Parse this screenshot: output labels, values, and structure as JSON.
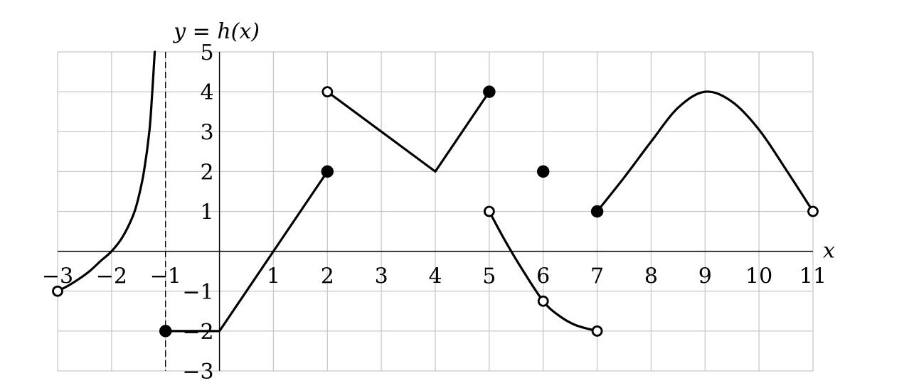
{
  "chart_data": {
    "type": "line",
    "title": "y = h(x)",
    "xlabel": "x",
    "ylabel": "",
    "xlim": [
      -3,
      11
    ],
    "ylim": [
      -3,
      5
    ],
    "grid": true,
    "x_ticks": [
      "−3",
      "−2",
      "−1",
      "1",
      "2",
      "3",
      "4",
      "5",
      "6",
      "7",
      "8",
      "9",
      "10",
      "11"
    ],
    "x_tick_values": [
      -3,
      -2,
      -1,
      1,
      2,
      3,
      4,
      5,
      6,
      7,
      8,
      9,
      10,
      11
    ],
    "y_ticks": [
      "5",
      "4",
      "3",
      "2",
      "1",
      "−1",
      "−2",
      "−3"
    ],
    "y_tick_values": [
      5,
      4,
      3,
      2,
      1,
      -1,
      -2,
      -3
    ],
    "vertical_asymptote": -1,
    "series": [
      {
        "kind": "curve",
        "points": [
          [
            -3,
            -1
          ],
          [
            -2.8,
            -0.86
          ],
          [
            -2.6,
            -0.69
          ],
          [
            -2.4,
            -0.49
          ],
          [
            -2.2,
            -0.24
          ],
          [
            -2,
            0
          ],
          [
            -1.8,
            0.35
          ],
          [
            -1.6,
            0.9
          ],
          [
            -1.5,
            1.35
          ],
          [
            -1.4,
            2.0
          ],
          [
            -1.3,
            3.0
          ],
          [
            -1.25,
            3.9
          ],
          [
            -1.2,
            5
          ]
        ]
      },
      {
        "kind": "line",
        "points": [
          [
            -1,
            -2
          ],
          [
            0,
            -2
          ],
          [
            2,
            2
          ]
        ]
      },
      {
        "kind": "line",
        "points": [
          [
            2,
            4
          ],
          [
            4,
            2
          ],
          [
            5,
            4
          ]
        ]
      },
      {
        "kind": "curve",
        "points": [
          [
            5,
            1
          ],
          [
            5.3,
            0.25
          ],
          [
            5.6,
            -0.43
          ],
          [
            6,
            -1.25
          ],
          [
            6.3,
            -1.62
          ],
          [
            6.6,
            -1.85
          ],
          [
            7,
            -2
          ]
        ]
      },
      {
        "kind": "curve",
        "points": [
          [
            7,
            1
          ],
          [
            7.5,
            1.85
          ],
          [
            8,
            2.75
          ],
          [
            8.5,
            3.6
          ],
          [
            9,
            4
          ],
          [
            9.5,
            3.75
          ],
          [
            10,
            3.05
          ],
          [
            10.5,
            2.05
          ],
          [
            11,
            1
          ]
        ]
      }
    ],
    "points_closed": [
      [
        -1,
        -2
      ],
      [
        2,
        2
      ],
      [
        5,
        4
      ],
      [
        6,
        2
      ],
      [
        7,
        1
      ]
    ],
    "points_open": [
      [
        -3,
        -1
      ],
      [
        2,
        4
      ],
      [
        5,
        1
      ],
      [
        6,
        -1.25
      ],
      [
        7,
        -2
      ],
      [
        11,
        1
      ]
    ]
  }
}
